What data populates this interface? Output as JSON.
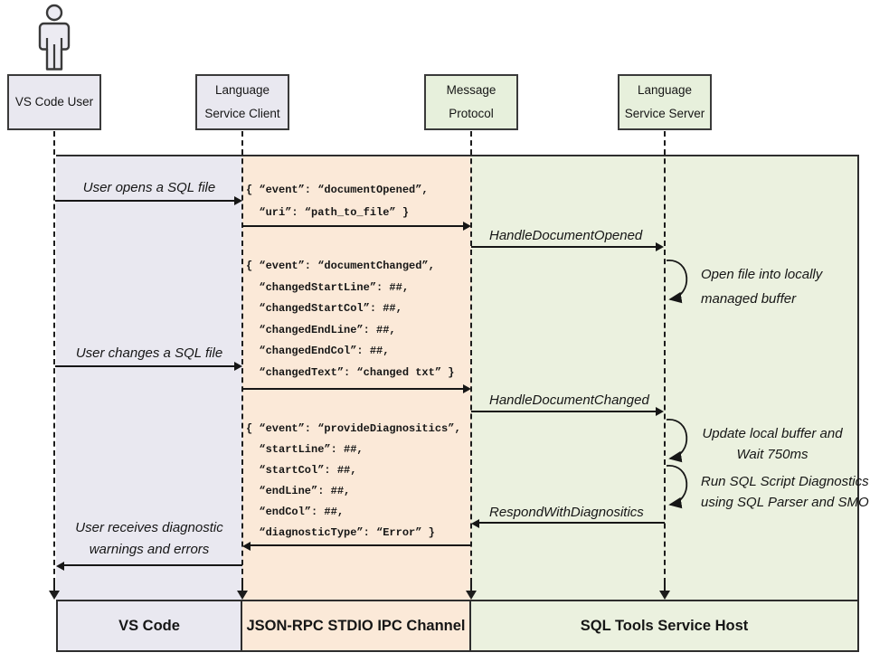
{
  "colors": {
    "lavender": "#e9e8f0",
    "peach": "#fbe9d8",
    "green": "#ebf1df",
    "border": "#2e2e2e"
  },
  "actors": [
    {
      "id": "vscode-user",
      "line1": "VS Code User",
      "line2": ""
    },
    {
      "id": "language-service-client",
      "line1": "Language",
      "line2": "Service Client"
    },
    {
      "id": "message-protocol",
      "line1": "Message",
      "line2": "Protocol"
    },
    {
      "id": "language-service-server",
      "line1": "Language",
      "line2": "Service Server"
    }
  ],
  "messages": {
    "user_opens": "User opens a SQL file",
    "handle_document_opened": "HandleDocumentOpened",
    "user_changes": "User changes a SQL file",
    "handle_document_changed": "HandleDocumentChanged",
    "respond_with_diagnostics": "RespondWithDiagnositics",
    "user_receives_line1": "User receives diagnostic",
    "user_receives_line2": "warnings and errors"
  },
  "notes": {
    "open_file_line1": "Open file into locally",
    "open_file_line2": "managed buffer",
    "update_buffer_line1": "Update local buffer and",
    "update_buffer_line2": "Wait 750ms",
    "run_diagnostics_line1": "Run SQL Script Diagnostics",
    "run_diagnostics_line2": "using SQL Parser and SMO"
  },
  "payloads": {
    "document_opened": "{ “event”: “documentOpened”,\n  “uri”: “path_to_file” }",
    "document_changed": "{ “event”: “documentChanged”,\n  “changedStartLine”: ##,\n  “changedStartCol”: ##,\n  “changedEndLine”: ##,\n  “changedEndCol”: ##,\n  “changedText”: “changed txt” }",
    "provide_diagnostics": "{ “event”: “provideDiagnositics”,\n  “startLine”: ##,\n  “startCol”: ##,\n  “endLine”: ##,\n  “endCol”: ##,\n  “diagnosticType”: “Error” }"
  },
  "footers": [
    {
      "label": "VS Code"
    },
    {
      "label": "JSON-RPC STDIO IPC Channel"
    },
    {
      "label": "SQL Tools Service Host"
    }
  ]
}
